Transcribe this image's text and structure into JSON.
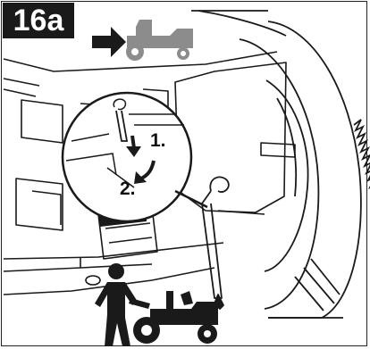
{
  "figure": {
    "label": "16a",
    "steps": [
      "1.",
      "2."
    ]
  },
  "icons": {
    "direction_arrow": "arrow-right-icon",
    "mower_gray": "lawn-tractor-icon",
    "operator_on_foot": "person-pushing-tractor-icon"
  },
  "colors": {
    "badge_bg": "#1a1a1a",
    "badge_text": "#ffffff",
    "line_art": "#1a1a1a",
    "muted_icon": "#8c8c8c"
  }
}
